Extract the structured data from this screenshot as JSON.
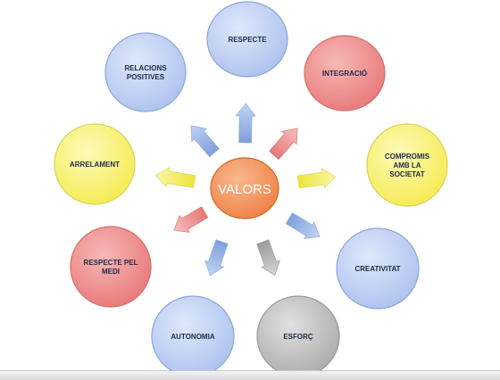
{
  "diagram": {
    "center": {
      "label": "VALORS",
      "color": "#f28f59"
    },
    "nodes": [
      {
        "id": "respecte",
        "lines": [
          "RESPECTE"
        ],
        "color": "blue"
      },
      {
        "id": "integracio",
        "lines": [
          "INTEGRACIÓ"
        ],
        "color": "red"
      },
      {
        "id": "compromis",
        "lines": [
          "COMPROMIS",
          "AMB LA",
          "SOCIETAT"
        ],
        "color": "yellow"
      },
      {
        "id": "creativitat",
        "lines": [
          "CREATIVITAT"
        ],
        "color": "blue"
      },
      {
        "id": "esforc",
        "lines": [
          "ESFORÇ"
        ],
        "color": "grey"
      },
      {
        "id": "autonomia",
        "lines": [
          "AUTONOMIA"
        ],
        "color": "blue"
      },
      {
        "id": "respecte-pel-medi",
        "lines": [
          "RESPECTE PEL",
          "MEDI"
        ],
        "color": "red"
      },
      {
        "id": "arrelament",
        "lines": [
          "ARRELAMENT"
        ],
        "color": "yellow"
      },
      {
        "id": "relacions-positives",
        "lines": [
          "RELACIONS",
          "POSITIVES"
        ],
        "color": "blue"
      }
    ],
    "palette": {
      "blue": {
        "fill": "#b4c8ee",
        "stroke": "#8ea6d6",
        "arrow": "#9db8e6"
      },
      "red": {
        "fill": "#ef8e8e",
        "stroke": "#d56e6e",
        "arrow": "#ee9a9a"
      },
      "yellow": {
        "fill": "#f9f27a",
        "stroke": "#d9d25a",
        "arrow": "#f4ef86"
      },
      "grey": {
        "fill": "#bcbcbc",
        "stroke": "#9a9a9a",
        "arrow": "#b8b8b8"
      }
    }
  }
}
